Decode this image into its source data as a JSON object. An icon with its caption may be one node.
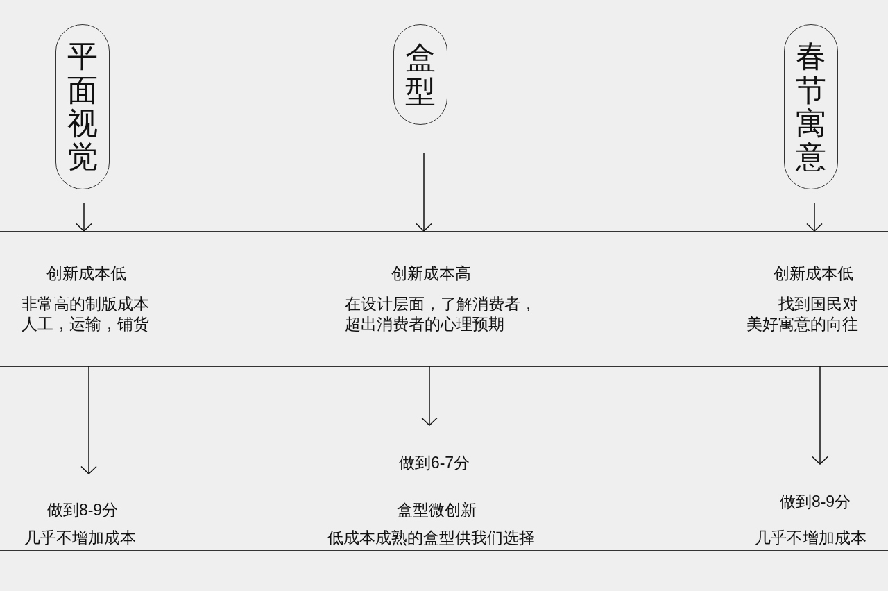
{
  "diagram": {
    "nodes": [
      {
        "text": [
          "平面视觉"
        ]
      },
      {
        "text": [
          "盒型"
        ]
      },
      {
        "text": [
          "春节寓意"
        ]
      },
      {
        "text": [
          "创新成本低",
          "非常高的制版成本人工，运输，铺货"
        ]
      },
      {
        "text": [
          "创新成本高",
          "在设计层面，了解消费者，超出消费者的心理预期"
        ]
      },
      {
        "text": [
          "创新成本低",
          "找到国民对美好寓意的向往"
        ]
      },
      {
        "text": [
          "做到8-9分",
          "几乎不增加成本"
        ]
      },
      {
        "text": [
          "做到6-7分",
          "盒型微创新",
          "低成本成熟的盒型供我们选择"
        ]
      },
      {
        "text": [
          "做到8-9分",
          "几乎不增加成本"
        ]
      }
    ],
    "edges": [
      {
        "from": 0,
        "to": 3,
        "arrow": "to"
      },
      {
        "from": 1,
        "to": 4,
        "arrow": "to"
      },
      {
        "from": 2,
        "to": 5,
        "arrow": "to"
      },
      {
        "from": 3,
        "to": 6,
        "arrow": "to"
      },
      {
        "from": 4,
        "to": 7,
        "arrow": "to"
      },
      {
        "from": 5,
        "to": 8,
        "arrow": "to"
      }
    ]
  }
}
